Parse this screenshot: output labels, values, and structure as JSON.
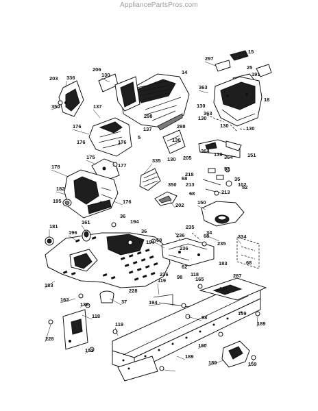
{
  "watermark": "AppliancePartsPros.com",
  "part_labels": [
    "15",
    "297",
    "25",
    "191",
    "18",
    "14",
    "206",
    "203",
    "336",
    "130",
    "350",
    "363",
    "130",
    "130",
    "363",
    "130",
    "130",
    "137",
    "298",
    "176",
    "137",
    "298",
    "176",
    "5",
    "176",
    "130",
    "130",
    "205",
    "364",
    "139",
    "151",
    "364",
    "175",
    "177",
    "335",
    "178",
    "218",
    "52",
    "35",
    "182",
    "213",
    "68",
    "52",
    "350",
    "176",
    "68",
    "102",
    "213",
    "202",
    "195",
    "150",
    "181",
    "161",
    "36",
    "194",
    "196",
    "34",
    "235",
    "68",
    "236",
    "36",
    "194",
    "334",
    "68",
    "235",
    "236",
    "183",
    "236",
    "62",
    "68",
    "98",
    "118",
    "287",
    "183",
    "165",
    "119",
    "181",
    "162",
    "138",
    "37",
    "228",
    "194",
    "98",
    "118",
    "159",
    "119",
    "189",
    "228",
    "180",
    "189",
    "152",
    "189",
    "159"
  ]
}
